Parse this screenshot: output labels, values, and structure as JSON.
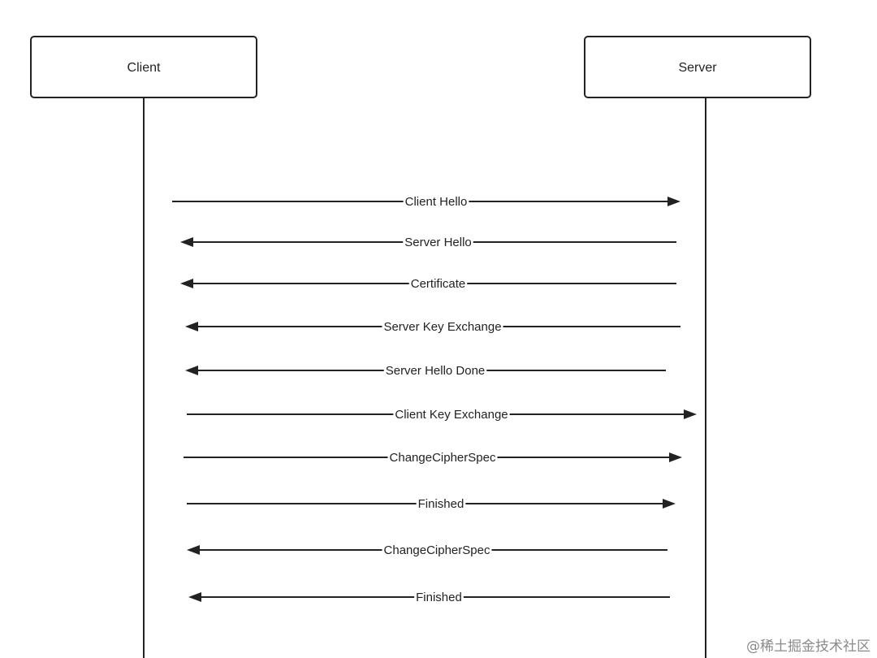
{
  "actors": {
    "client": "Client",
    "server": "Server"
  },
  "messages": [
    {
      "label": "Client Hello",
      "direction": "client-to-server"
    },
    {
      "label": "Server Hello",
      "direction": "server-to-client"
    },
    {
      "label": "Certificate",
      "direction": "server-to-client"
    },
    {
      "label": "Server Key Exchange",
      "direction": "server-to-client"
    },
    {
      "label": "Server Hello Done",
      "direction": "server-to-client"
    },
    {
      "label": "Client Key Exchange",
      "direction": "client-to-server"
    },
    {
      "label": "ChangeCipherSpec",
      "direction": "client-to-server"
    },
    {
      "label": "Finished",
      "direction": "client-to-server"
    },
    {
      "label": "ChangeCipherSpec",
      "direction": "server-to-client"
    },
    {
      "label": "Finished",
      "direction": "server-to-client"
    }
  ],
  "watermark": "@稀土掘金技术社区"
}
